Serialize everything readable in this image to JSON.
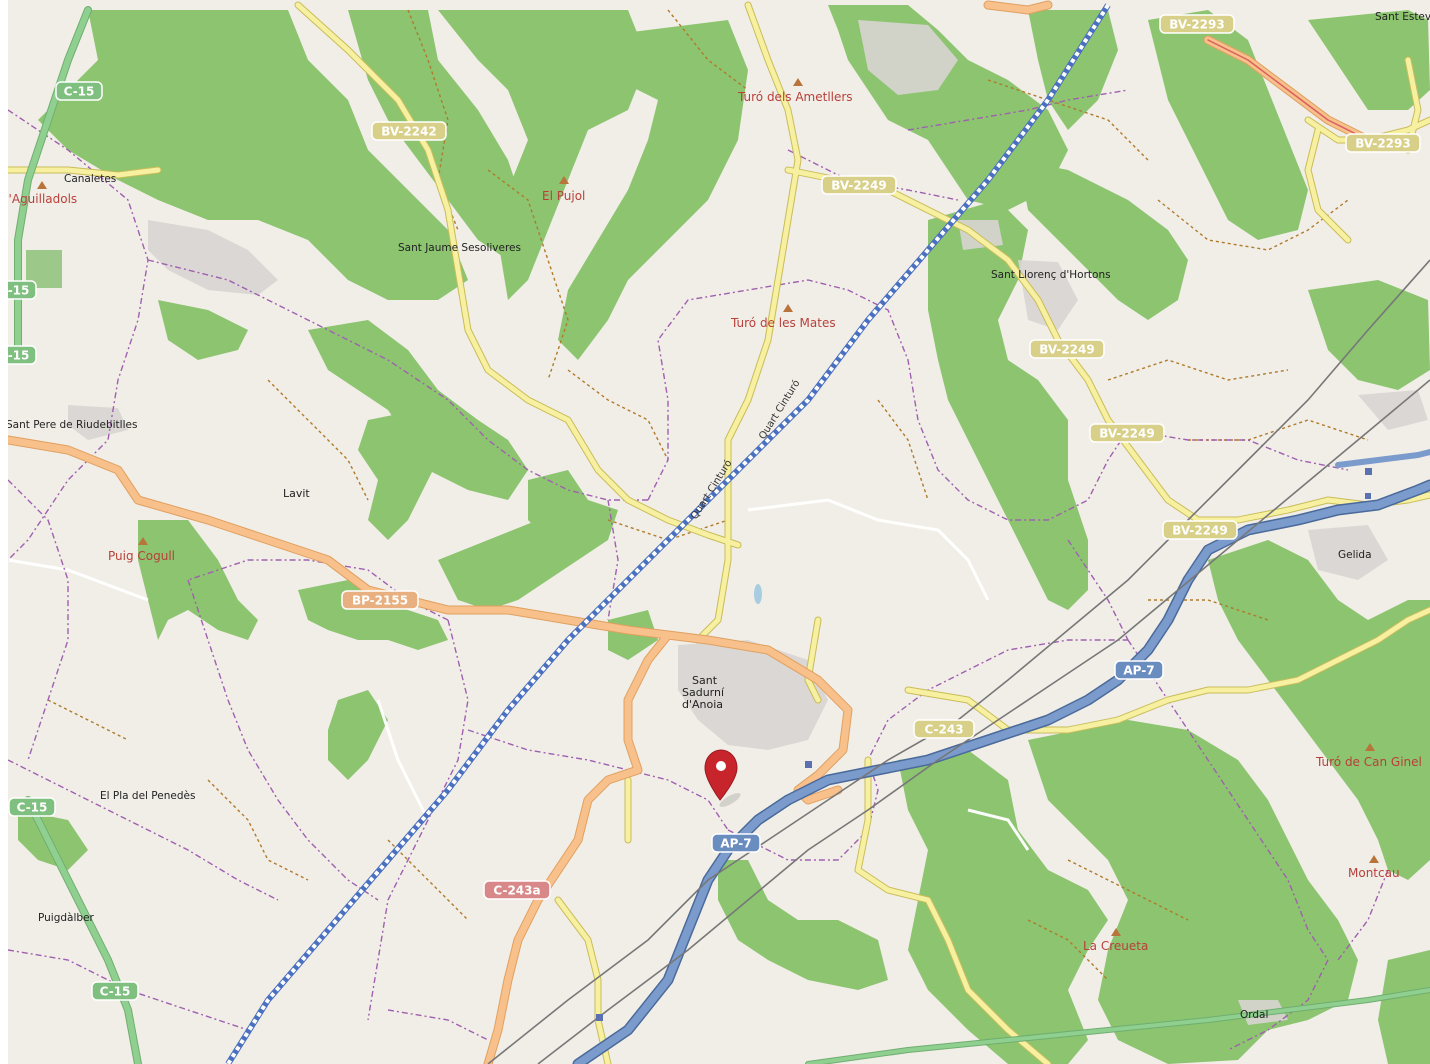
{
  "map": {
    "colors": {
      "land": "#f1eee8",
      "forest": "#8cc470",
      "motorway": "#6a8dc0",
      "trunk_green": "#8fcf8f",
      "primary": "#f8c08a",
      "secondary": "#f6f0a0",
      "tertiary": "#ffffff",
      "boundary": "#a060b0",
      "track": "#b07a2a",
      "rail": "#4a70c0",
      "marker": "#c8242c",
      "peak_text": "#b8403a"
    },
    "places": [
      {
        "name": "Canaletes"
      },
      {
        "name": "Sant Jaume Sesoliveres"
      },
      {
        "name": "Sant Llorenç d'Hortons"
      },
      {
        "name": "Sant Pere de Riudebitlles"
      },
      {
        "name": "Lavit"
      },
      {
        "name": "Gelida"
      },
      {
        "name": "Sant"
      },
      {
        "name": "Sadurní"
      },
      {
        "name": "d'Anoia"
      },
      {
        "name": "El Pla del Penedès"
      },
      {
        "name": "Puigdàlber"
      },
      {
        "name": "Ordal"
      },
      {
        "name": "Sant Estev"
      }
    ],
    "peaks": [
      {
        "name": "Turó dels Ametllers"
      },
      {
        "name": "El Pujol"
      },
      {
        "name": "Turó d'Aguilladols"
      },
      {
        "name": "Turó de les Mates"
      },
      {
        "name": "Puig Cogull"
      },
      {
        "name": "Turó de Can Ginel"
      },
      {
        "name": "Montcau"
      },
      {
        "name": "La Creueta"
      }
    ],
    "shields": [
      {
        "ref": "C-15"
      },
      {
        "ref": "BV-2242"
      },
      {
        "ref": "BV-2249"
      },
      {
        "ref": "BV-2293"
      },
      {
        "ref": "BP-2155"
      },
      {
        "ref": "AP-7"
      },
      {
        "ref": "C-243"
      },
      {
        "ref": "C-243a"
      }
    ],
    "rail_label": "Quart Cinturó",
    "marker_icon": "map-pin-icon"
  }
}
